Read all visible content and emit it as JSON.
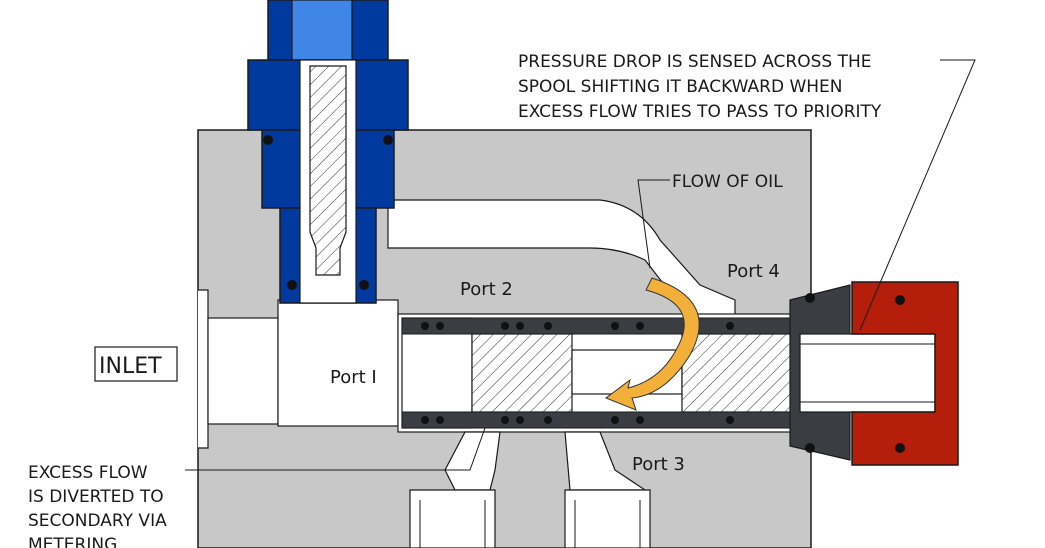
{
  "diagram": {
    "callouts": {
      "pressure_drop": [
        "PRESSURE DROP IS SENSED ACROSS THE",
        "SPOOL SHIFTING IT BACKWARD WHEN",
        "EXCESS FLOW TRIES TO PASS TO PRIORITY"
      ],
      "flow_of_oil": "FLOW OF OIL",
      "excess_flow": [
        "EXCESS FLOW",
        "IS DIVERTED TO",
        "SECONDARY VIA",
        "METERING"
      ]
    },
    "ports": {
      "port1": "Port I",
      "port2": "Port 2",
      "port3": "Port 3",
      "port4": "Port 4"
    },
    "inlet_label": "INLET",
    "colors": {
      "body_gray": "#c8c8c8",
      "outline": "#1a1a1a",
      "adjuster_blue": "#003a9e",
      "adjuster_light_blue": "#3f86e6",
      "cap_red": "#b41e0a",
      "seal_dark": "#3a3d42",
      "flow_arrow": "#f2b03a",
      "bore_white": "#ffffff"
    }
  }
}
